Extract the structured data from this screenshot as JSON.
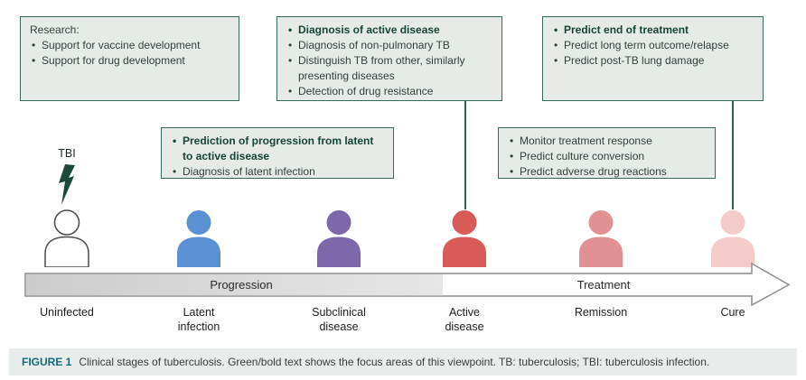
{
  "tbi": {
    "label": "TBI"
  },
  "boxes": [
    {
      "name": "research",
      "heading": "Research:",
      "items": [
        {
          "text": "Support for vaccine development",
          "bold": false
        },
        {
          "text": "Support for drug development",
          "bold": false
        }
      ]
    },
    {
      "name": "diagnosis-of-active-disease",
      "items": [
        {
          "text": "Diagnosis of active disease",
          "bold": true
        },
        {
          "text": "Diagnosis of non-pulmonary TB",
          "bold": false
        },
        {
          "text": "Distinguish TB from other, similarly presenting diseases",
          "bold": false
        },
        {
          "text": "Detection of drug resistance",
          "bold": false
        }
      ]
    },
    {
      "name": "predict-end-of-treatment",
      "items": [
        {
          "text": "Predict end of treatment",
          "bold": true
        },
        {
          "text": "Predict long term outcome/relapse",
          "bold": false
        },
        {
          "text": "Predict post-TB lung damage",
          "bold": false
        }
      ]
    },
    {
      "name": "prediction-of-progression",
      "items": [
        {
          "text": "Prediction of progression from latent to active disease",
          "bold": true
        },
        {
          "text": "Diagnosis of latent infection",
          "bold": false
        }
      ]
    },
    {
      "name": "monitor-treatment",
      "items": [
        {
          "text": "Monitor treatment response",
          "bold": false
        },
        {
          "text": "Predict culture conversion",
          "bold": false
        },
        {
          "text": "Predict adverse drug reactions",
          "bold": false
        }
      ]
    }
  ],
  "timeline": {
    "progression_label": "Progression",
    "treatment_label": "Treatment"
  },
  "stages": [
    {
      "label": "Uninfected",
      "color": "#ffffff"
    },
    {
      "label": "Latent infection",
      "color": "#5b91d3"
    },
    {
      "label": "Subclinical disease",
      "color": "#7c68ab"
    },
    {
      "label": "Active disease",
      "color": "#d95b59"
    },
    {
      "label": "Remission",
      "color": "#e29192"
    },
    {
      "label": "Cure",
      "color": "#f3cbc8"
    }
  ],
  "caption": {
    "label": "FIGURE 1",
    "text": "Clinical stages of tuberculosis. Green/bold text shows the focus areas of this viewpoint. TB: tuberculosis; TBI: tuberculosis infection."
  },
  "colors": {
    "box_border_teal": "#35695e",
    "focus_text_green": "#144536",
    "bolt_green": "#1d4a38",
    "caption_label_teal": "#16697c",
    "progression_fill_gray": "#d2d2d2"
  }
}
